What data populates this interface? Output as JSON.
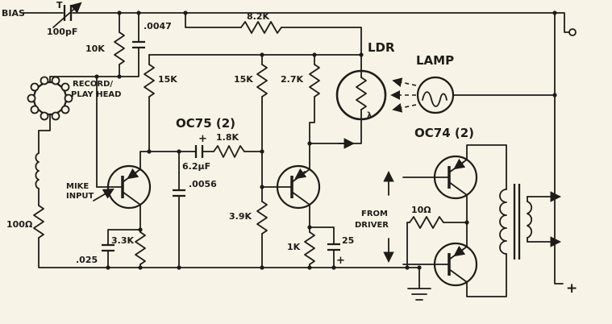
{
  "diagram_type": "electronic-schematic",
  "colors": {
    "background": "#f7f3e6",
    "ink": "#1e1c18"
  },
  "labels": {
    "bias": "BIAS",
    "trimmer_t": "T",
    "trimmer_value": "100pF",
    "r10k": "10K",
    "c0047": ".0047",
    "r82k": "8.2K",
    "head_line1": "RECORD/",
    "head_line2": "PLAY HEAD",
    "r15k_a": "15K",
    "r15k_b": "15K",
    "r27k": "2.7K",
    "ldr": "LDR",
    "lambda": "λ",
    "lamp": "LAMP",
    "oc75": "OC75 (2)",
    "c62uf_plus": "+",
    "c62uf": "6.2μF",
    "r18k": "1.8K",
    "c0056": ".0056",
    "mike_line1": "MIKE",
    "mike_line2": "INPUT",
    "r39k": "3.9K",
    "r100": "100Ω",
    "r33k": "3.3K",
    "c025": ".025",
    "r1k": "1K",
    "c25": "25",
    "c25_plus": "+",
    "from_line1": "FROM",
    "from_line2": "DRIVER",
    "oc74": "OC74 (2)",
    "r10": "10Ω",
    "out_plus": "+"
  }
}
